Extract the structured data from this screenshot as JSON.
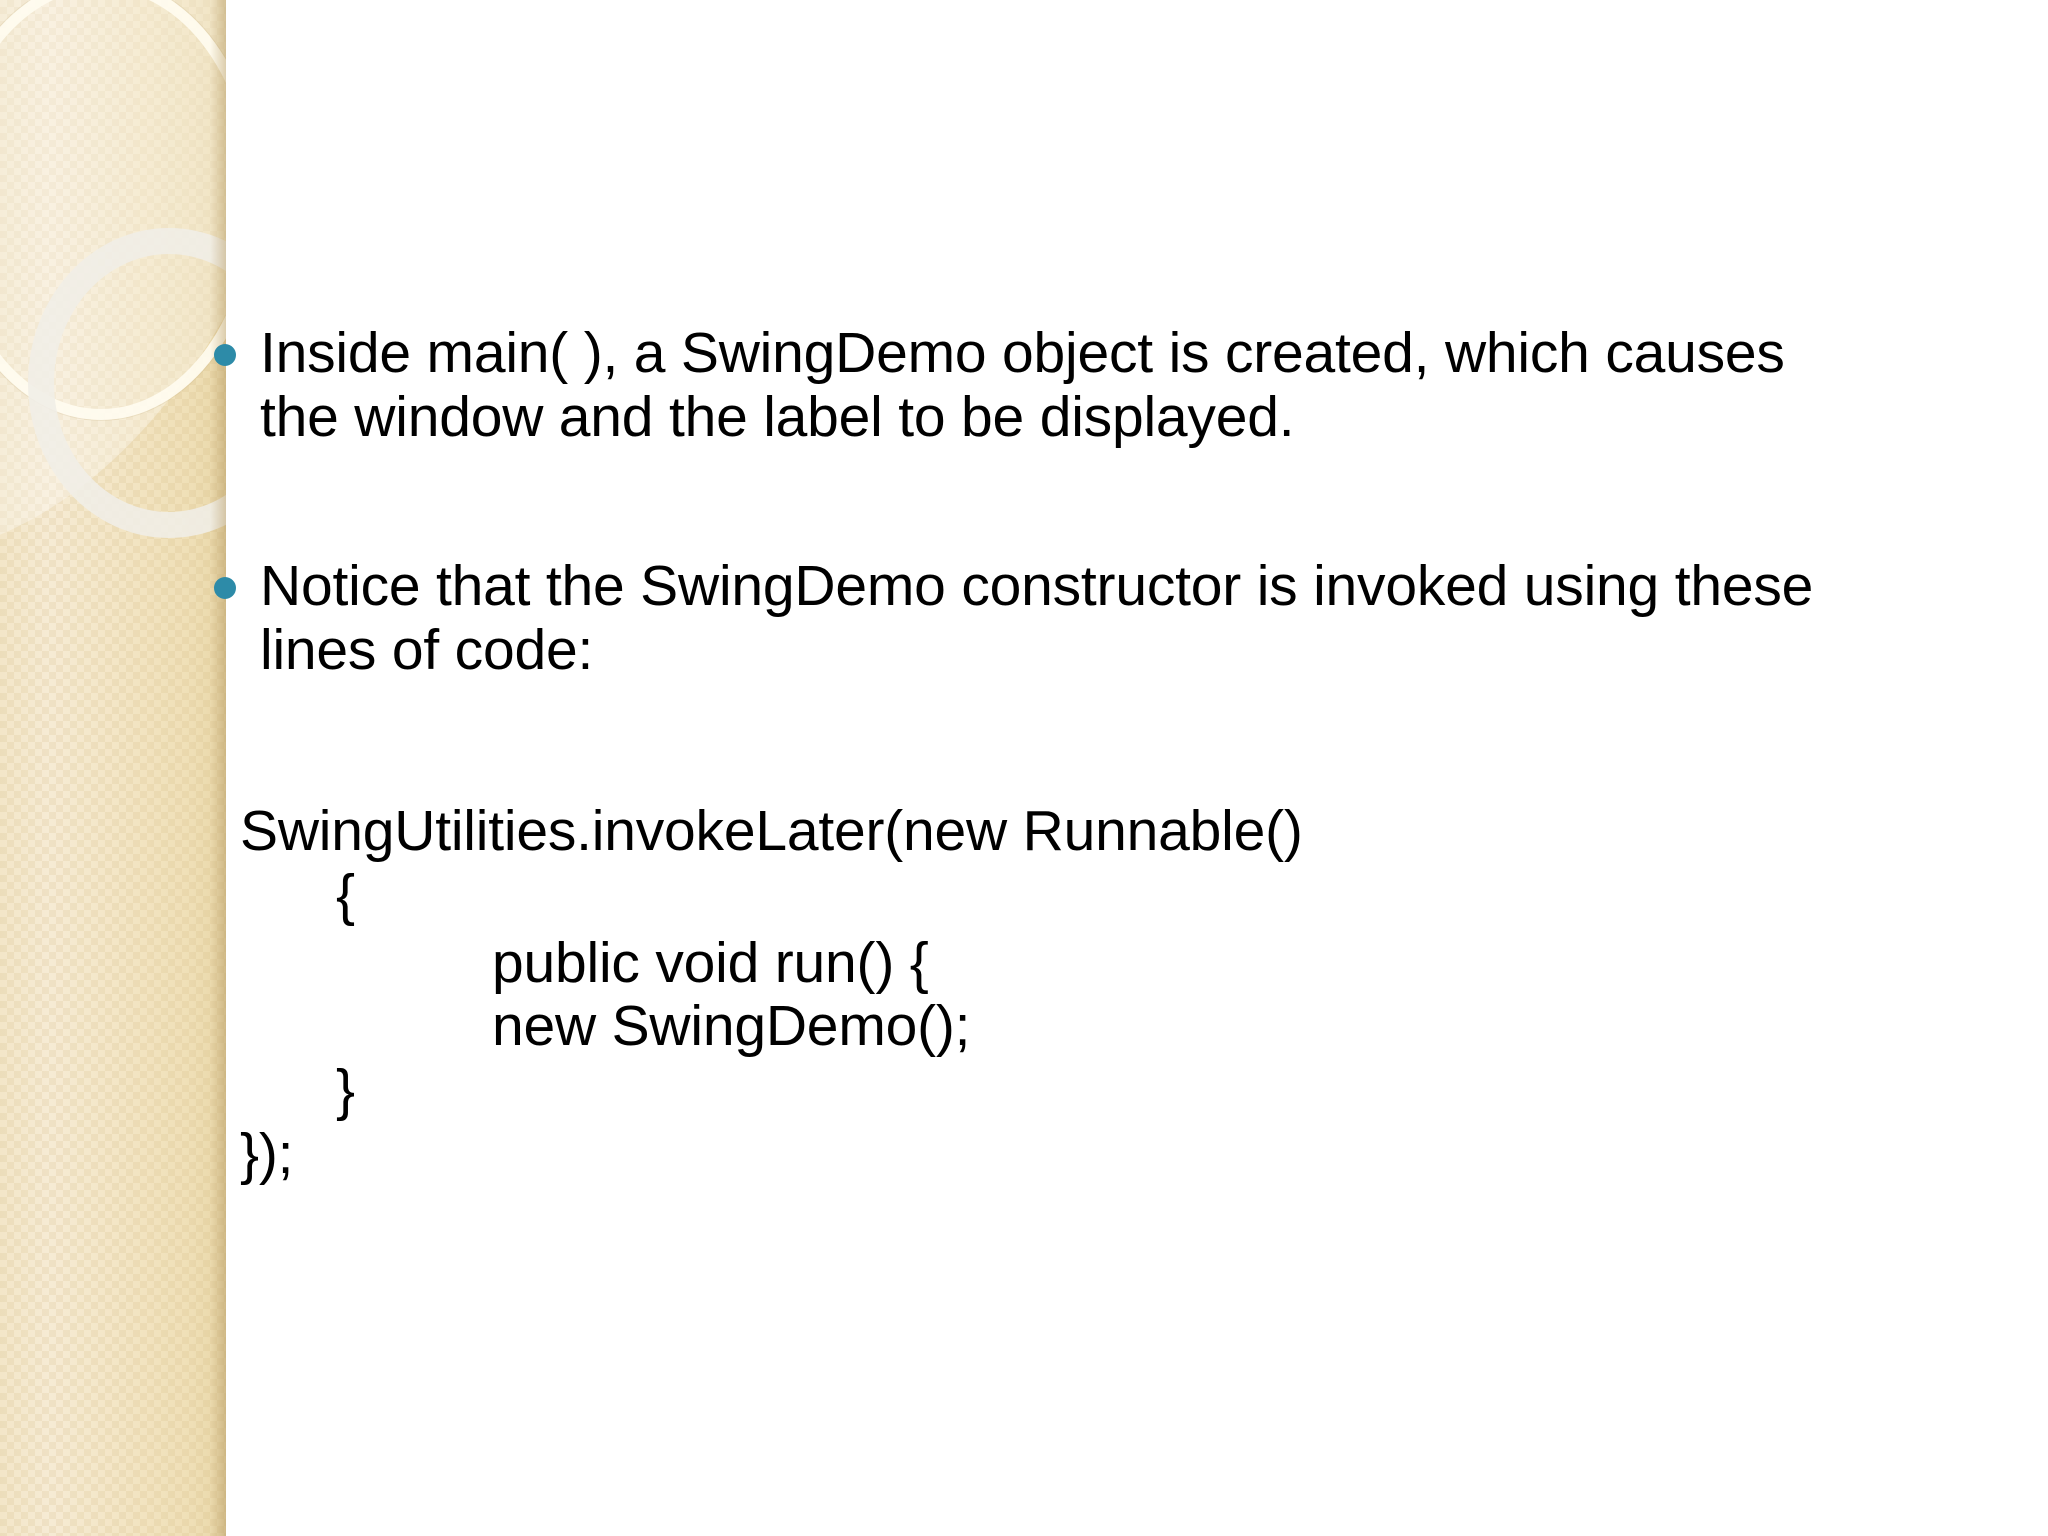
{
  "slide": {
    "background_color": "#ffffff",
    "accent_color": "#2d8ba8",
    "sidebar_color": "#f3e5c4",
    "text_color": "#000000"
  },
  "bullets": [
    {
      "text": "Inside main( ), a SwingDemo object is created, which causes the window and the label to be displayed."
    },
    {
      "text": "Notice that the SwingDemo constructor is invoked using these lines of code:"
    }
  ],
  "code": {
    "lines": [
      {
        "text": "SwingUtilities.invokeLater(new Runnable()",
        "indent": 0
      },
      {
        "text": "{",
        "indent": 1
      },
      {
        "text": "public void run() {",
        "indent": 2
      },
      {
        "text": "new SwingDemo();",
        "indent": 2
      },
      {
        "text": "}",
        "indent": 1
      },
      {
        "text": "});",
        "indent": 0
      }
    ]
  }
}
